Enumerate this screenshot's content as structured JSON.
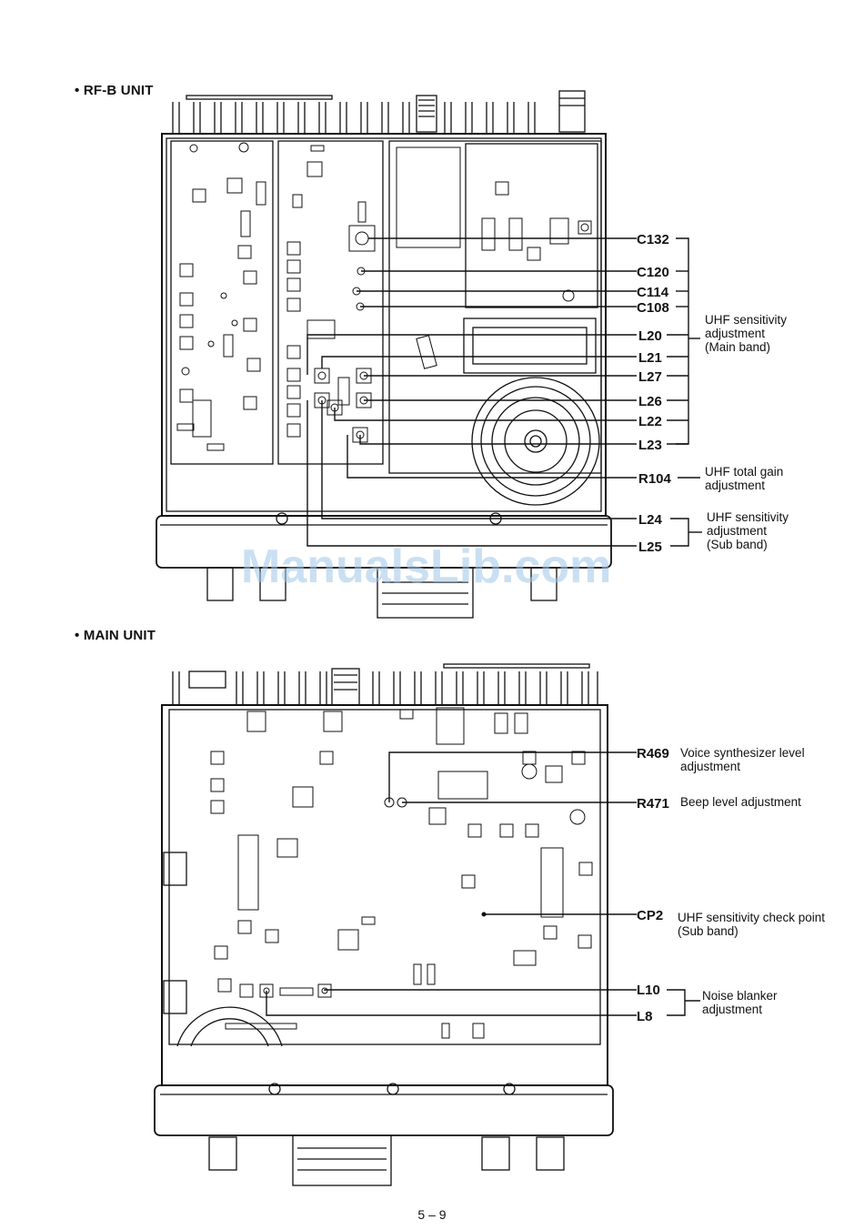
{
  "sections": [
    {
      "id": "rfb",
      "heading": "• RF-B UNIT"
    },
    {
      "id": "main",
      "heading": "• MAIN UNIT"
    }
  ],
  "rfb_callouts": [
    {
      "label": "C132"
    },
    {
      "label": "C120"
    },
    {
      "label": "C114"
    },
    {
      "label": "C108"
    },
    {
      "label": "L20"
    },
    {
      "label": "L21"
    },
    {
      "label": "L27"
    },
    {
      "label": "L26"
    },
    {
      "label": "L22"
    },
    {
      "label": "L23"
    },
    {
      "label": "R104"
    },
    {
      "label": "L24"
    },
    {
      "label": "L25"
    }
  ],
  "rfb_notes": {
    "uhf_main": [
      "UHF sensitivity",
      "adjustment",
      "(Main band)"
    ],
    "uhf_gain": [
      "UHF total gain",
      "adjustment"
    ],
    "uhf_sub": [
      "UHF sensitivity",
      "adjustment",
      "(Sub band)"
    ]
  },
  "main_callouts": [
    {
      "label": "R469",
      "desc": [
        "Voice synthesizer level",
        "adjustment"
      ]
    },
    {
      "label": "R471",
      "desc": [
        "Beep level adjustment"
      ]
    },
    {
      "label": "CP2",
      "desc": [
        "UHF sensitivity check point",
        "(Sub band)"
      ]
    },
    {
      "label": "L10"
    },
    {
      "label": "L8"
    }
  ],
  "main_notes": {
    "noise_blanker": [
      "Noise blanker",
      "adjustment"
    ]
  },
  "watermark": "ManualsLib.com",
  "page_number": "5 – 9"
}
